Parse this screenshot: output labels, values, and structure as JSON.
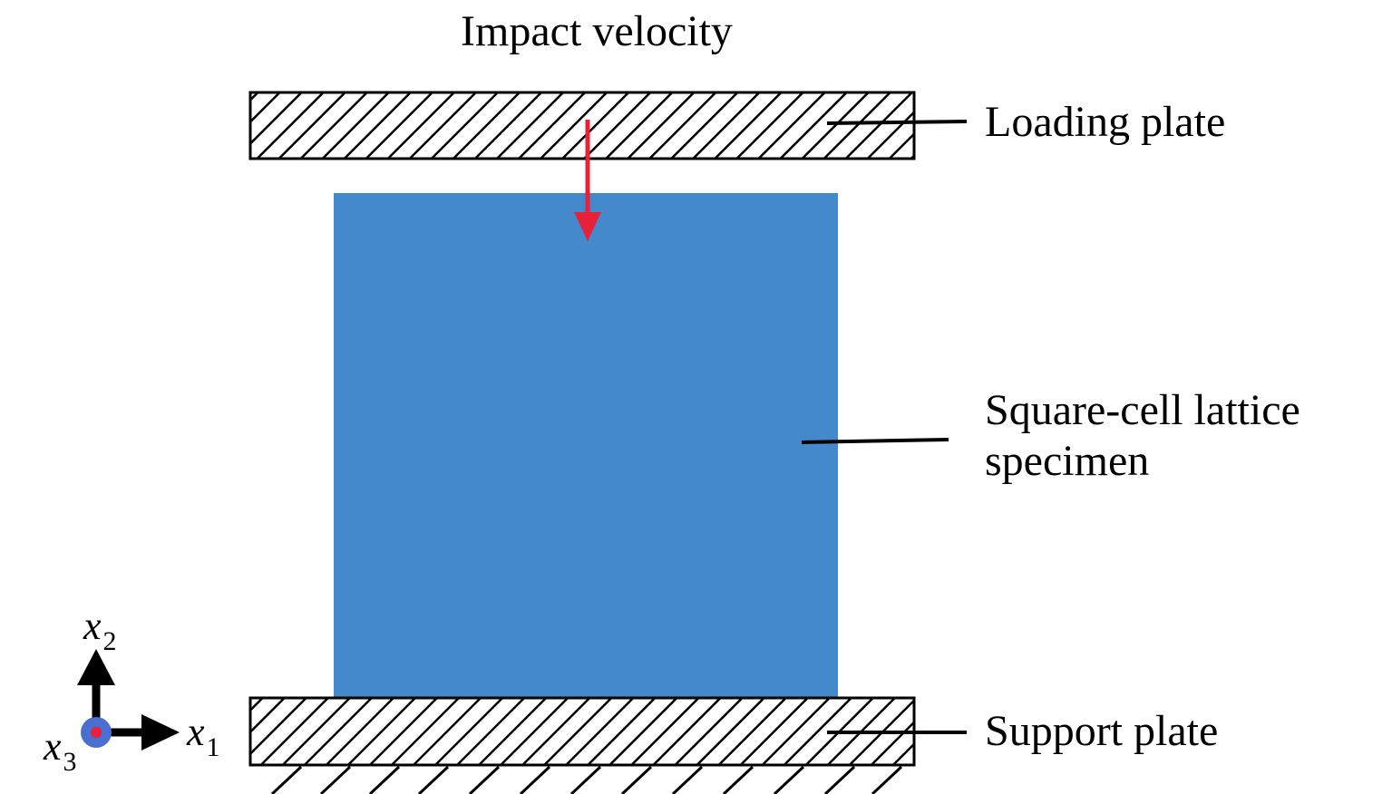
{
  "title": "Impact velocity",
  "labels": {
    "loading_plate": "Loading plate",
    "specimen_line1": "Square-cell lattice",
    "specimen_line2": "specimen",
    "support_plate": "Support plate"
  },
  "axes": {
    "x1_letter": "x",
    "x1_sub": "1",
    "x2_letter": "x",
    "x2_sub": "2",
    "x3_letter": "x",
    "x3_sub": "3"
  },
  "colors": {
    "specimen": "#4489CC",
    "arrow": "#E8203A",
    "plate_stroke": "#000000",
    "origin_outer": "#4A6FD0",
    "origin_inner": "#E8203A"
  }
}
